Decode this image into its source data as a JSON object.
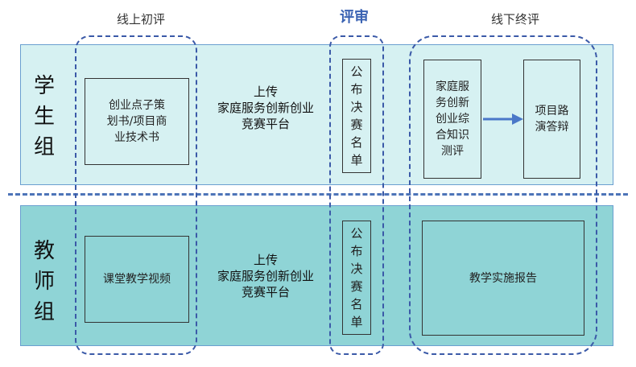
{
  "headers": {
    "online": "线上初评",
    "review": "评审",
    "offline": "线下终评"
  },
  "rows": {
    "student": {
      "label": "学\n生\n组",
      "online_box": "创业点子策\n划书/项目商\n业技术书",
      "upload": "上传\n家庭服务创新创业\n竞赛平台",
      "announce": "公\n布\n决\n赛\n名\n单",
      "exam_box": "家庭服\n务创新\n创业综\n合知识\n测评",
      "defense_box": "项目路\n演答辩"
    },
    "teacher": {
      "label": "教\n师\n组",
      "online_box": "课堂教学视频",
      "upload": "上传\n家庭服务创新创业\n竞赛平台",
      "announce": "公\n布\n决\n赛\n名\n单",
      "report_box": "教学实施报告"
    }
  },
  "colors": {
    "student_band": "#d6f1f2",
    "teacher_band": "#8fd4d6",
    "dash_ring": "#3b5aa8",
    "arrow": "#4a78c8"
  }
}
